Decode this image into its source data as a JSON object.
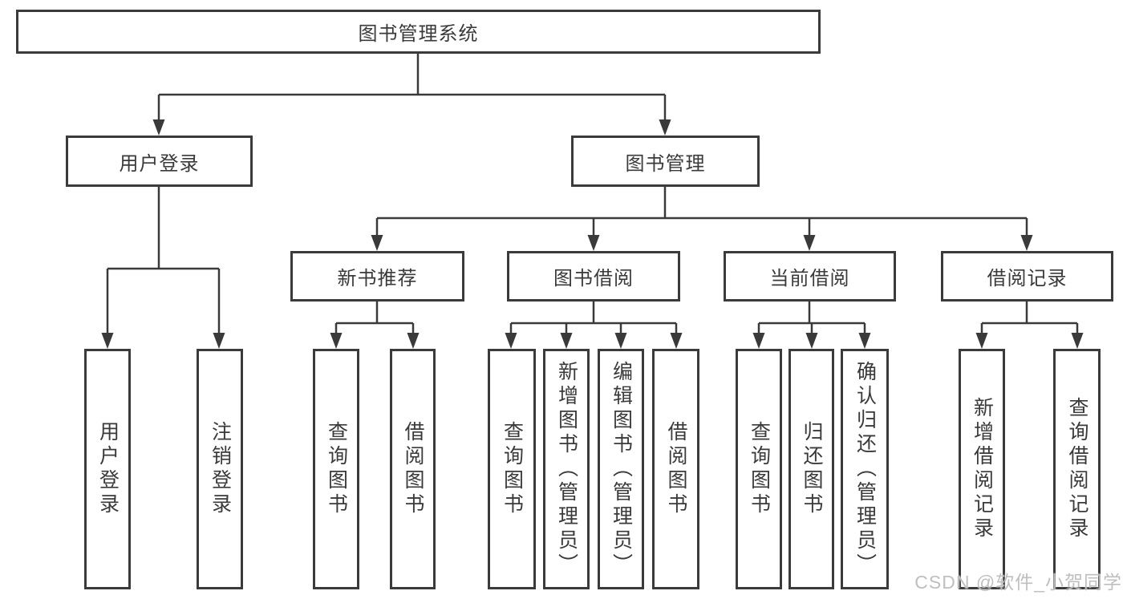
{
  "diagram": {
    "title": "图书管理系统",
    "root": {
      "label": "图书管理系统"
    },
    "level2": [
      {
        "label": "用户登录"
      },
      {
        "label": "图书管理"
      }
    ],
    "level3": [
      {
        "label": "新书推荐"
      },
      {
        "label": "图书借阅"
      },
      {
        "label": "当前借阅"
      },
      {
        "label": "借阅记录"
      }
    ],
    "leaves": {
      "user_login": [
        "用户登录",
        "注销登录"
      ],
      "new_book": [
        "查询图书",
        "借阅图书"
      ],
      "book_borrow": [
        "查询图书",
        "新增图书（管理员）",
        "编辑图书（管理员）",
        "借阅图书"
      ],
      "current_borrow": [
        "查询图书",
        "归还图书",
        "确认归还（管理员）"
      ],
      "borrow_record": [
        "新增借阅记录",
        "查询借阅记录"
      ]
    }
  },
  "watermark": "CSDN @软件_小贺同学",
  "colors": {
    "line": "#3a3a3a",
    "border": "#3b3b3b",
    "text": "#3a3a3a",
    "watermark": "#bcbcbc",
    "background": "#ffffff"
  }
}
